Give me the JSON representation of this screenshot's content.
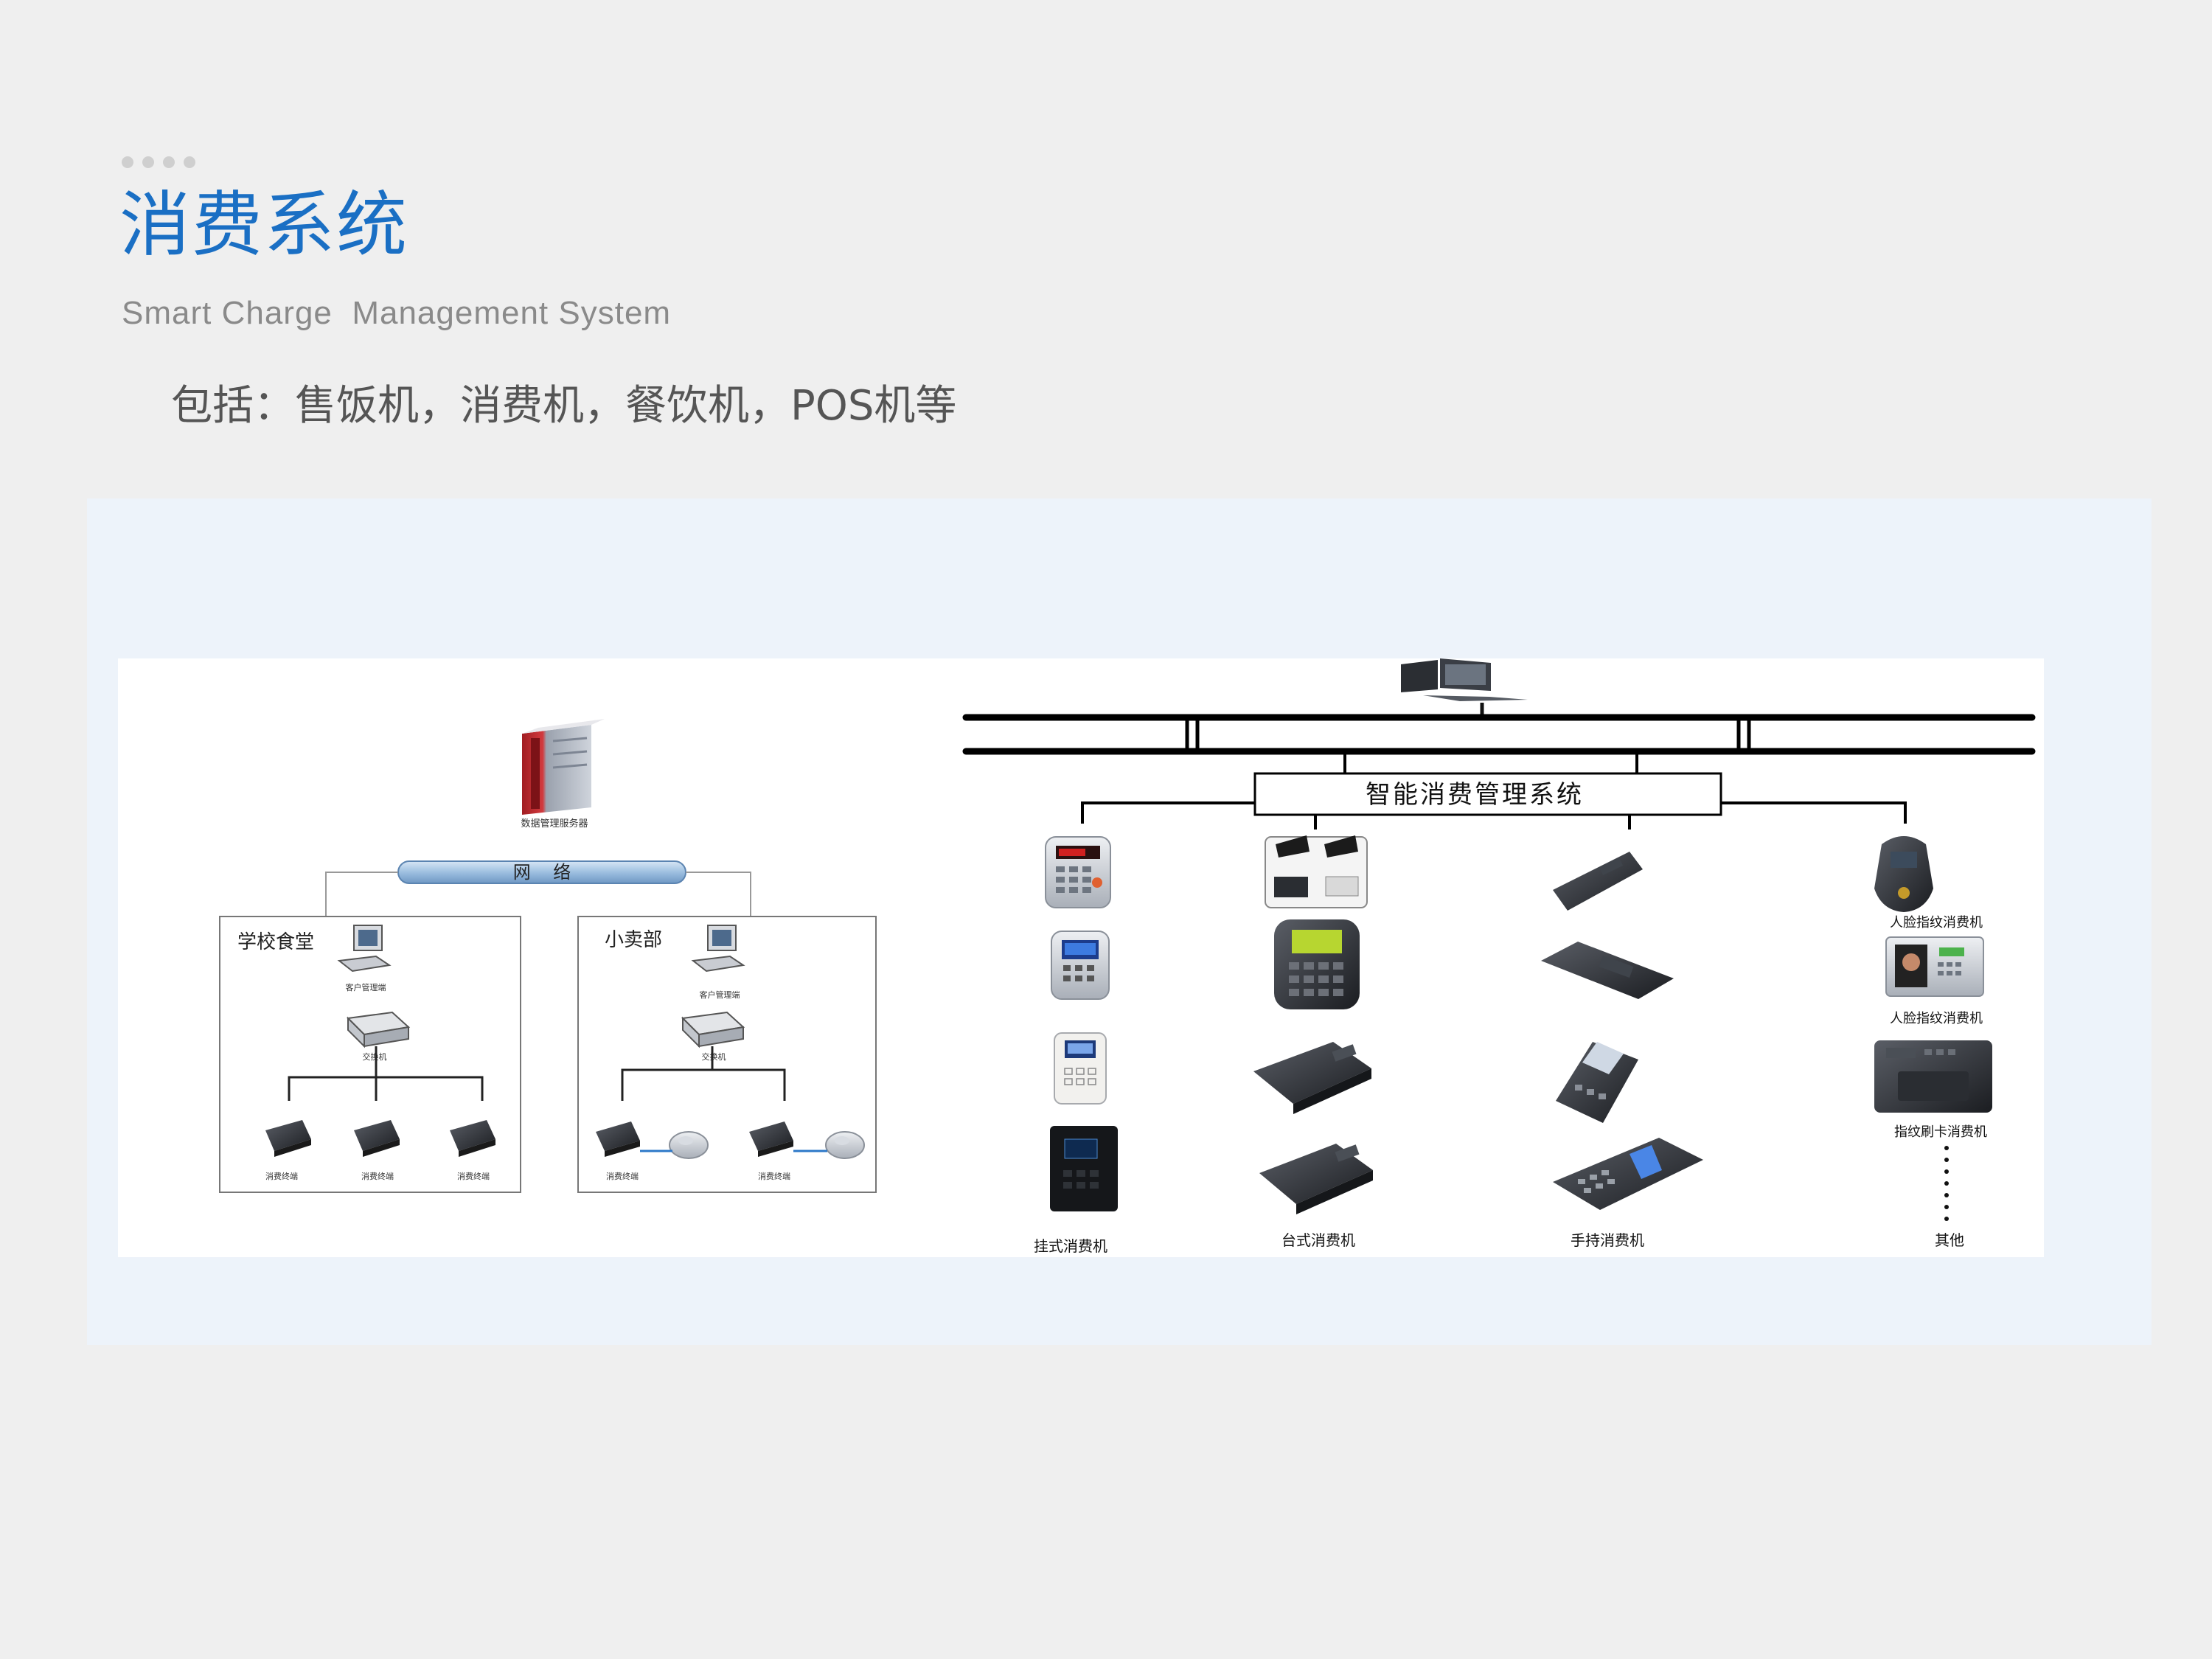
{
  "header": {
    "title": "消费系统",
    "subtitle": "Smart Charge  Management System",
    "includes_text": "包括：售饭机，消费机，餐饮机，POS机等"
  },
  "colors": {
    "title": "#1a6fc4",
    "panel_bg": "#edf3fa",
    "network_bar": "#a9c6e4",
    "server_red": "#c0282d"
  },
  "left_diagram": {
    "server_label": "数据管理服务器",
    "network_label": "网    络",
    "zones": [
      {
        "name": "学校食堂",
        "client_label": "客户管理端",
        "switch_label": "交换机",
        "terminals": [
          "消费终端",
          "消费终端",
          "消费终端"
        ]
      },
      {
        "name": "小卖部",
        "client_label": "客户管理端",
        "switch_label": "交换机",
        "terminals": [
          "消费终端",
          "消费终端"
        ]
      }
    ]
  },
  "right_diagram": {
    "system_label": "智能消费管理系统",
    "device_labels": [
      "人脸指纹消费机",
      "人脸指纹消费机",
      "指纹刷卡消费机"
    ],
    "categories": [
      "挂式消费机",
      "台式消费机",
      "手持消费机",
      "其他"
    ]
  }
}
